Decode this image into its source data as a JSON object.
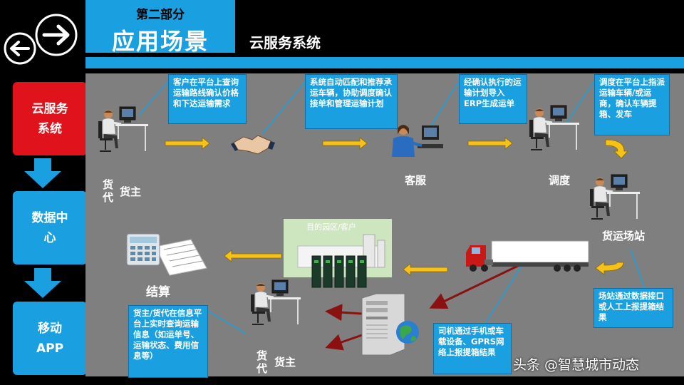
{
  "header": {
    "part_label": "第二部分",
    "main_title": "应用场景",
    "subtitle": "云服务系统"
  },
  "sidebar": [
    {
      "label": "云服务系统",
      "active": true
    },
    {
      "label": "数据中心",
      "active": false
    },
    {
      "label": "移动APP",
      "active": false
    }
  ],
  "diagram": {
    "boxes": {
      "b1": "客户在平台上查询运输路线确认价格和下达运输需求",
      "b2": "系统自动匹配和推荐承运车辆，协助调度确认接单和管理运输计划",
      "b3": "经确认执行的运输计划导入ERP生成运单",
      "b4": "调度在平台上指派运输车辆/或运商，确认车辆提箱、发车",
      "b5": "场站通过数据接口或人工上报提箱结果",
      "b6": "司机通过手机或车载设备、GPRS网络上报提箱结果",
      "b7": "货主/货代在信息平台上实时查询运输信息（如运单号、运输状态、费用信息等）"
    },
    "labels": {
      "huodai_top": "货代",
      "huozhu_top": "货主",
      "kefu": "客服",
      "diaodu": "调度",
      "huoyun": "货运场站",
      "jiesuan": "结算",
      "huodai_bottom": "货代",
      "huozhu_bottom": "货主",
      "destination": "目的园区/客户"
    }
  },
  "watermark": "头条 @智慧城市动态",
  "colors": {
    "accent_blue": "#1aa0e0",
    "active_red": "#e0121b",
    "panel_gray": "#7f7f80",
    "arrow_yellow": "#f6c21a",
    "arrow_red": "#8b1010"
  }
}
